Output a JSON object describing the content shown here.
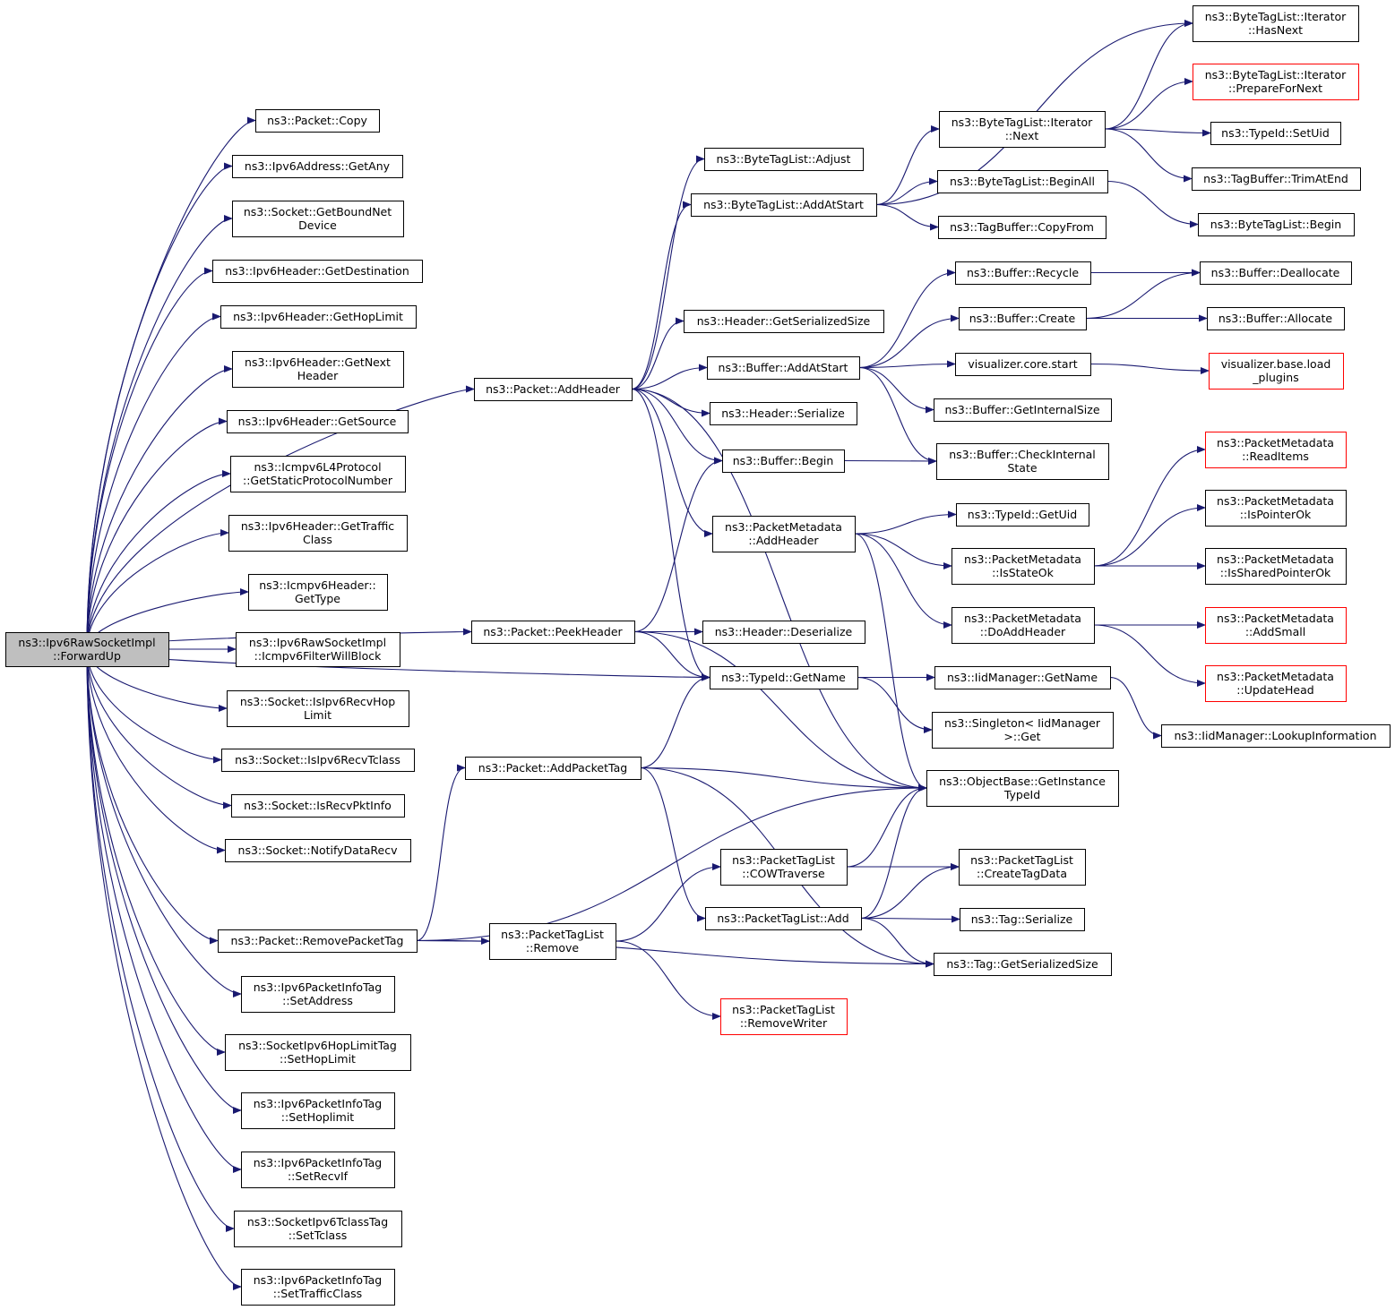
{
  "graph": {
    "nodes": [
      {
        "id": "forwardup",
        "lines": [
          "ns3::Ipv6RawSocketImpl",
          "::ForwardUp"
        ],
        "root": true
      },
      {
        "id": "packet_copy",
        "lines": [
          "ns3::Packet::Copy"
        ]
      },
      {
        "id": "ipv6addr_getany",
        "lines": [
          "ns3::Ipv6Address::GetAny"
        ]
      },
      {
        "id": "socket_getboundnetdevice",
        "lines": [
          "ns3::Socket::GetBoundNet",
          "Device"
        ]
      },
      {
        "id": "ipv6hdr_getdestination",
        "lines": [
          "ns3::Ipv6Header::GetDestination"
        ]
      },
      {
        "id": "ipv6hdr_gethoplimit",
        "lines": [
          "ns3::Ipv6Header::GetHopLimit"
        ]
      },
      {
        "id": "ipv6hdr_getnextheader",
        "lines": [
          "ns3::Ipv6Header::GetNext",
          "Header"
        ]
      },
      {
        "id": "ipv6hdr_getsource",
        "lines": [
          "ns3::Ipv6Header::GetSource"
        ]
      },
      {
        "id": "icmpv6l4_getstaticprotocolnumber",
        "lines": [
          "ns3::Icmpv6L4Protocol",
          "::GetStaticProtocolNumber"
        ]
      },
      {
        "id": "ipv6hdr_gettrafficclass",
        "lines": [
          "ns3::Ipv6Header::GetTraffic",
          "Class"
        ]
      },
      {
        "id": "icmpv6hdr_gettype",
        "lines": [
          "ns3::Icmpv6Header::",
          "GetType"
        ]
      },
      {
        "id": "icmpv6filterwillblock",
        "lines": [
          "ns3::Ipv6RawSocketImpl",
          "::Icmpv6FilterWillBlock"
        ]
      },
      {
        "id": "socket_isipv6recvhoplimit",
        "lines": [
          "ns3::Socket::IsIpv6RecvHop",
          "Limit"
        ]
      },
      {
        "id": "socket_isipv6recvtclass",
        "lines": [
          "ns3::Socket::IsIpv6RecvTclass"
        ]
      },
      {
        "id": "socket_isrecvpktinfo",
        "lines": [
          "ns3::Socket::IsRecvPktInfo"
        ]
      },
      {
        "id": "socket_notifydatarecv",
        "lines": [
          "ns3::Socket::NotifyDataRecv"
        ]
      },
      {
        "id": "packet_removepackettag",
        "lines": [
          "ns3::Packet::RemovePacketTag"
        ]
      },
      {
        "id": "ipv6pit_setaddress",
        "lines": [
          "ns3::Ipv6PacketInfoTag",
          "::SetAddress"
        ]
      },
      {
        "id": "sockhoplimittag_sethoplimit",
        "lines": [
          "ns3::SocketIpv6HopLimitTag",
          "::SetHopLimit"
        ]
      },
      {
        "id": "ipv6pit_sethoplimit",
        "lines": [
          "ns3::Ipv6PacketInfoTag",
          "::SetHoplimit"
        ]
      },
      {
        "id": "ipv6pit_setrecvif",
        "lines": [
          "ns3::Ipv6PacketInfoTag",
          "::SetRecvIf"
        ]
      },
      {
        "id": "socktclasstag_settclass",
        "lines": [
          "ns3::SocketIpv6TclassTag",
          "::SetTclass"
        ]
      },
      {
        "id": "ipv6pit_settrafficclass",
        "lines": [
          "ns3::Ipv6PacketInfoTag",
          "::SetTrafficClass"
        ]
      },
      {
        "id": "packet_addheader",
        "lines": [
          "ns3::Packet::AddHeader"
        ]
      },
      {
        "id": "packet_peekheader",
        "lines": [
          "ns3::Packet::PeekHeader"
        ]
      },
      {
        "id": "packet_addpackettag",
        "lines": [
          "ns3::Packet::AddPacketTag"
        ]
      },
      {
        "id": "ptl_remove",
        "lines": [
          "ns3::PacketTagList",
          "::Remove"
        ]
      },
      {
        "id": "btl_adjust",
        "lines": [
          "ns3::ByteTagList::Adjust"
        ]
      },
      {
        "id": "btl_addatstart",
        "lines": [
          "ns3::ByteTagList::AddAtStart"
        ]
      },
      {
        "id": "hdr_getserializedsize",
        "lines": [
          "ns3::Header::GetSerializedSize"
        ]
      },
      {
        "id": "buffer_addatstart",
        "lines": [
          "ns3::Buffer::AddAtStart"
        ]
      },
      {
        "id": "hdr_serialize",
        "lines": [
          "ns3::Header::Serialize"
        ]
      },
      {
        "id": "buffer_begin",
        "lines": [
          "ns3::Buffer::Begin"
        ]
      },
      {
        "id": "pm_addheader",
        "lines": [
          "ns3::PacketMetadata",
          "::AddHeader"
        ]
      },
      {
        "id": "hdr_deserialize",
        "lines": [
          "ns3::Header::Deserialize"
        ]
      },
      {
        "id": "typeid_getname",
        "lines": [
          "ns3::TypeId::GetName"
        ]
      },
      {
        "id": "ptl_cowtraverse",
        "lines": [
          "ns3::PacketTagList",
          "::COWTraverse"
        ]
      },
      {
        "id": "ptl_add",
        "lines": [
          "ns3::PacketTagList::Add"
        ]
      },
      {
        "id": "ptl_removewriter",
        "lines": [
          "ns3::PacketTagList",
          "::RemoveWriter"
        ],
        "trunc": true
      },
      {
        "id": "btli_next",
        "lines": [
          "ns3::ByteTagList::Iterator",
          "::Next"
        ]
      },
      {
        "id": "btl_beginall",
        "lines": [
          "ns3::ByteTagList::BeginAll"
        ]
      },
      {
        "id": "tagbuffer_copyfrom",
        "lines": [
          "ns3::TagBuffer::CopyFrom"
        ]
      },
      {
        "id": "buffer_recycle",
        "lines": [
          "ns3::Buffer::Recycle"
        ]
      },
      {
        "id": "buffer_create",
        "lines": [
          "ns3::Buffer::Create"
        ]
      },
      {
        "id": "vis_core_start",
        "lines": [
          "visualizer.core.start"
        ]
      },
      {
        "id": "buffer_getinternalsize",
        "lines": [
          "ns3::Buffer::GetInternalSize"
        ]
      },
      {
        "id": "buffer_checkinternalstate",
        "lines": [
          "ns3::Buffer::CheckInternal",
          "State"
        ]
      },
      {
        "id": "typeid_getuid",
        "lines": [
          "ns3::TypeId::GetUid"
        ]
      },
      {
        "id": "pm_isstateok",
        "lines": [
          "ns3::PacketMetadata",
          "::IsStateOk"
        ]
      },
      {
        "id": "pm_doaddheader",
        "lines": [
          "ns3::PacketMetadata",
          "::DoAddHeader"
        ]
      },
      {
        "id": "iidmanager_getname",
        "lines": [
          "ns3::IidManager::GetName"
        ]
      },
      {
        "id": "singleton_get",
        "lines": [
          "ns3::Singleton< IidManager",
          ">::Get"
        ]
      },
      {
        "id": "objectbase_getinstancetypeid",
        "lines": [
          "ns3::ObjectBase::GetInstance",
          "TypeId"
        ]
      },
      {
        "id": "ptl_createtagdata",
        "lines": [
          "ns3::PacketTagList",
          "::CreateTagData"
        ]
      },
      {
        "id": "tag_serialize",
        "lines": [
          "ns3::Tag::Serialize"
        ]
      },
      {
        "id": "tag_getserializedsize",
        "lines": [
          "ns3::Tag::GetSerializedSize"
        ]
      },
      {
        "id": "btli_hasnext",
        "lines": [
          "ns3::ByteTagList::Iterator",
          "::HasNext"
        ]
      },
      {
        "id": "btli_preparefornext",
        "lines": [
          "ns3::ByteTagList::Iterator",
          "::PrepareForNext"
        ],
        "trunc": true
      },
      {
        "id": "typeid_setuid",
        "lines": [
          "ns3::TypeId::SetUid"
        ]
      },
      {
        "id": "tagbuffer_trimatend",
        "lines": [
          "ns3::TagBuffer::TrimAtEnd"
        ]
      },
      {
        "id": "btl_begin",
        "lines": [
          "ns3::ByteTagList::Begin"
        ]
      },
      {
        "id": "buffer_deallocate",
        "lines": [
          "ns3::Buffer::Deallocate"
        ]
      },
      {
        "id": "buffer_allocate",
        "lines": [
          "ns3::Buffer::Allocate"
        ]
      },
      {
        "id": "vis_base_loadplugins",
        "lines": [
          "visualizer.base.load",
          "_plugins"
        ],
        "trunc": true
      },
      {
        "id": "pm_readitems",
        "lines": [
          "ns3::PacketMetadata",
          "::ReadItems"
        ],
        "trunc": true
      },
      {
        "id": "pm_ispointerok",
        "lines": [
          "ns3::PacketMetadata",
          "::IsPointerOk"
        ]
      },
      {
        "id": "pm_issharedpointerok",
        "lines": [
          "ns3::PacketMetadata",
          "::IsSharedPointerOk"
        ]
      },
      {
        "id": "pm_addsmall",
        "lines": [
          "ns3::PacketMetadata",
          "::AddSmall"
        ],
        "trunc": true
      },
      {
        "id": "pm_updatehead",
        "lines": [
          "ns3::PacketMetadata",
          "::UpdateHead"
        ],
        "trunc": true
      },
      {
        "id": "iidmanager_lookupinformation",
        "lines": [
          "ns3::IidManager::LookupInformation"
        ]
      }
    ],
    "edges": [
      [
        "forwardup",
        "packet_copy"
      ],
      [
        "forwardup",
        "ipv6addr_getany"
      ],
      [
        "forwardup",
        "socket_getboundnetdevice"
      ],
      [
        "forwardup",
        "ipv6hdr_getdestination"
      ],
      [
        "forwardup",
        "ipv6hdr_gethoplimit"
      ],
      [
        "forwardup",
        "ipv6hdr_getnextheader"
      ],
      [
        "forwardup",
        "ipv6hdr_getsource"
      ],
      [
        "forwardup",
        "icmpv6l4_getstaticprotocolnumber"
      ],
      [
        "forwardup",
        "ipv6hdr_gettrafficclass"
      ],
      [
        "forwardup",
        "icmpv6hdr_gettype"
      ],
      [
        "forwardup",
        "icmpv6filterwillblock"
      ],
      [
        "forwardup",
        "socket_isipv6recvhoplimit"
      ],
      [
        "forwardup",
        "socket_isipv6recvtclass"
      ],
      [
        "forwardup",
        "socket_isrecvpktinfo"
      ],
      [
        "forwardup",
        "socket_notifydatarecv"
      ],
      [
        "forwardup",
        "packet_removepackettag"
      ],
      [
        "forwardup",
        "ipv6pit_setaddress"
      ],
      [
        "forwardup",
        "sockhoplimittag_sethoplimit"
      ],
      [
        "forwardup",
        "ipv6pit_sethoplimit"
      ],
      [
        "forwardup",
        "ipv6pit_setrecvif"
      ],
      [
        "forwardup",
        "socktclasstag_settclass"
      ],
      [
        "forwardup",
        "ipv6pit_settrafficclass"
      ],
      [
        "forwardup",
        "packet_addheader"
      ],
      [
        "forwardup",
        "packet_peekheader"
      ],
      [
        "forwardup",
        "typeid_getname"
      ],
      [
        "packet_addheader",
        "btl_adjust"
      ],
      [
        "packet_addheader",
        "btl_addatstart"
      ],
      [
        "packet_addheader",
        "hdr_getserializedsize"
      ],
      [
        "packet_addheader",
        "buffer_addatstart"
      ],
      [
        "packet_addheader",
        "hdr_serialize"
      ],
      [
        "packet_addheader",
        "buffer_begin"
      ],
      [
        "packet_addheader",
        "pm_addheader"
      ],
      [
        "packet_addheader",
        "typeid_getname"
      ],
      [
        "packet_addheader",
        "objectbase_getinstancetypeid"
      ],
      [
        "packet_peekheader",
        "hdr_deserialize"
      ],
      [
        "packet_peekheader",
        "buffer_begin"
      ],
      [
        "packet_peekheader",
        "typeid_getname"
      ],
      [
        "packet_peekheader",
        "objectbase_getinstancetypeid"
      ],
      [
        "packet_removepackettag",
        "packet_addpackettag"
      ],
      [
        "packet_removepackettag",
        "ptl_remove"
      ],
      [
        "packet_removepackettag",
        "objectbase_getinstancetypeid"
      ],
      [
        "packet_removepackettag",
        "tag_getserializedsize"
      ],
      [
        "packet_addpackettag",
        "typeid_getname"
      ],
      [
        "packet_addpackettag",
        "objectbase_getinstancetypeid"
      ],
      [
        "packet_addpackettag",
        "ptl_add"
      ],
      [
        "packet_addpackettag",
        "tag_getserializedsize"
      ],
      [
        "ptl_remove",
        "ptl_cowtraverse"
      ],
      [
        "ptl_remove",
        "ptl_removewriter"
      ],
      [
        "btl_addatstart",
        "btli_next"
      ],
      [
        "btl_addatstart",
        "btl_beginall"
      ],
      [
        "btl_addatstart",
        "tagbuffer_copyfrom"
      ],
      [
        "btl_addatstart",
        "btli_hasnext"
      ],
      [
        "btli_next",
        "btli_hasnext"
      ],
      [
        "btli_next",
        "btli_preparefornext"
      ],
      [
        "btli_next",
        "typeid_setuid"
      ],
      [
        "btli_next",
        "tagbuffer_trimatend"
      ],
      [
        "btl_beginall",
        "btl_begin"
      ],
      [
        "buffer_addatstart",
        "buffer_recycle"
      ],
      [
        "buffer_addatstart",
        "buffer_create"
      ],
      [
        "buffer_addatstart",
        "vis_core_start"
      ],
      [
        "buffer_addatstart",
        "buffer_getinternalsize"
      ],
      [
        "buffer_addatstart",
        "buffer_checkinternalstate"
      ],
      [
        "buffer_recycle",
        "buffer_deallocate"
      ],
      [
        "buffer_create",
        "buffer_deallocate"
      ],
      [
        "buffer_create",
        "buffer_allocate"
      ],
      [
        "vis_core_start",
        "vis_base_loadplugins"
      ],
      [
        "buffer_begin",
        "buffer_checkinternalstate"
      ],
      [
        "pm_addheader",
        "typeid_getuid"
      ],
      [
        "pm_addheader",
        "pm_isstateok"
      ],
      [
        "pm_addheader",
        "pm_doaddheader"
      ],
      [
        "pm_addheader",
        "objectbase_getinstancetypeid"
      ],
      [
        "pm_isstateok",
        "pm_readitems"
      ],
      [
        "pm_isstateok",
        "pm_ispointerok"
      ],
      [
        "pm_isstateok",
        "pm_issharedpointerok"
      ],
      [
        "pm_doaddheader",
        "pm_addsmall"
      ],
      [
        "pm_doaddheader",
        "pm_updatehead"
      ],
      [
        "typeid_getname",
        "iidmanager_getname"
      ],
      [
        "typeid_getname",
        "singleton_get"
      ],
      [
        "iidmanager_getname",
        "iidmanager_lookupinformation"
      ],
      [
        "ptl_cowtraverse",
        "ptl_createtagdata"
      ],
      [
        "ptl_cowtraverse",
        "objectbase_getinstancetypeid"
      ],
      [
        "ptl_add",
        "ptl_createtagdata"
      ],
      [
        "ptl_add",
        "tag_serialize"
      ],
      [
        "ptl_add",
        "tag_getserializedsize"
      ],
      [
        "ptl_add",
        "objectbase_getinstancetypeid"
      ]
    ]
  }
}
